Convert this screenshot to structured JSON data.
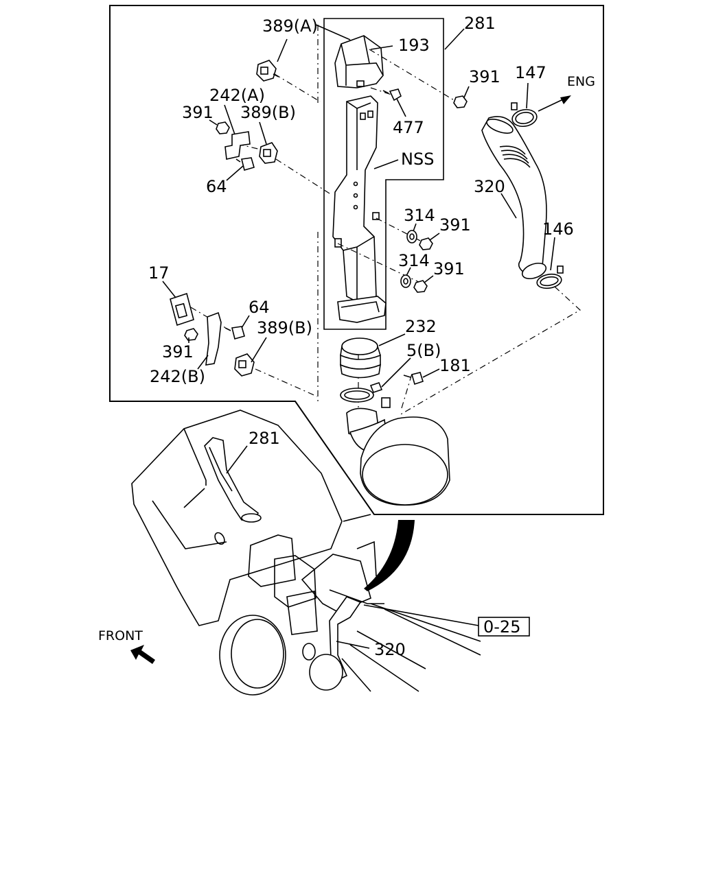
{
  "labels": {
    "l389a": "389(A)",
    "l281_top": "281",
    "l193": "193",
    "l391_a": "391",
    "l147": "147",
    "l_eng": "ENG",
    "l242a": "242(A)",
    "l391_b": "391",
    "l389b_a": "389(B)",
    "l477": "477",
    "l_nss": "NSS",
    "l64_a": "64",
    "l320_top": "320",
    "l314_a": "314",
    "l391_c": "391",
    "l146": "146",
    "l314_b": "314",
    "l391_d": "391",
    "l17": "17",
    "l64_b": "64",
    "l232": "232",
    "l389b_b": "389(B)",
    "l5b": "5(B)",
    "l391_e": "391",
    "l181": "181",
    "l242b": "242(B)",
    "l281_bottom": "281",
    "l_front": "FRONT",
    "l_ref": "0-25",
    "l320_bottom": "320"
  }
}
